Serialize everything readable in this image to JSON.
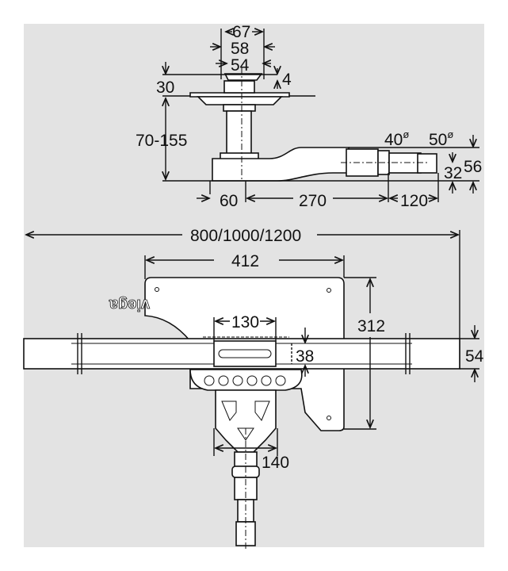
{
  "drawing": {
    "background": "#e3e3e3",
    "side_view": {
      "dims": {
        "grate_outer": "67",
        "grate_mid": "58",
        "grate_inner": "54",
        "cap_height": "4",
        "top_height": "30",
        "install_height": "70-155",
        "outlet_40": "40",
        "outlet_50": "50",
        "diameter_symbol": "ø",
        "pipe_height_32": "32",
        "pipe_height_56": "56",
        "base_60": "60",
        "length_270": "270",
        "length_120": "120"
      }
    },
    "top_view": {
      "dims": {
        "total_length": "800/1000/1200",
        "plate_width": "412",
        "plate_height": "312",
        "outlet_width": "130",
        "channel_inner": "38",
        "channel_outer": "54",
        "body_width": "140"
      },
      "logo": "viega"
    }
  }
}
